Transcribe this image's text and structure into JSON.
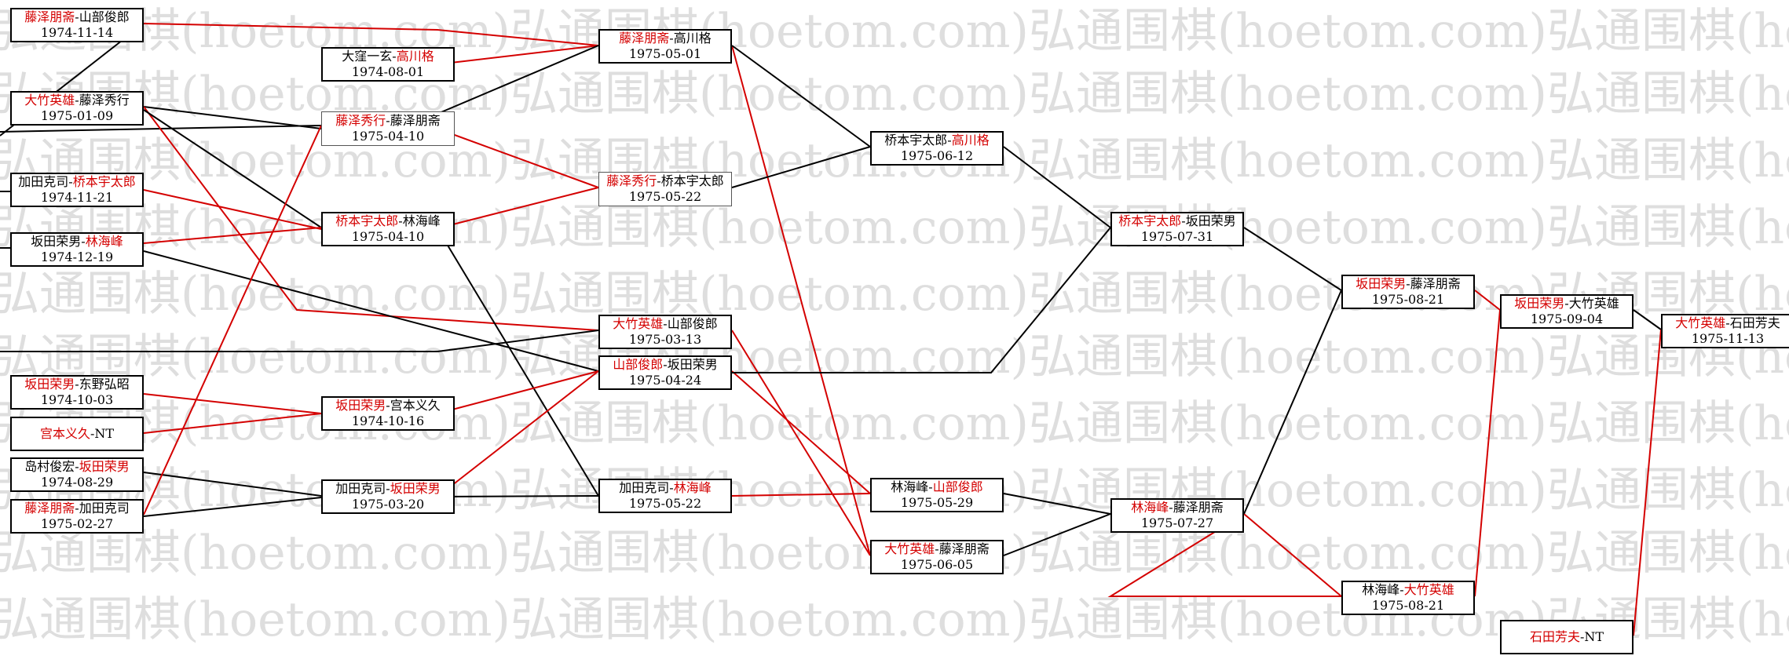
{
  "watermark": "弘通围棋(hoetom.com)",
  "colors": {
    "red": "#d40000",
    "black": "#000000",
    "watermark": "#dedede"
  },
  "games": [
    {
      "id": "g1",
      "p1": "藤泽朋斋",
      "p2": "山部俊郎",
      "winner": 1,
      "date": "1974-11-14"
    },
    {
      "id": "g2",
      "p1": "大竹英雄",
      "p2": "藤泽秀行",
      "winner": 1,
      "date": "1975-01-09"
    },
    {
      "id": "g3",
      "p1": "加田克司",
      "p2": "桥本宇太郎",
      "winner": 2,
      "date": "1974-11-21"
    },
    {
      "id": "g4",
      "p1": "坂田荣男",
      "p2": "林海峰",
      "winner": 2,
      "date": "1974-12-19"
    },
    {
      "id": "g5",
      "p1": "坂田荣男",
      "p2": "东野弘昭",
      "winner": 1,
      "date": "1974-10-03"
    },
    {
      "id": "g6",
      "p1": "宫本义久",
      "p2": "NT",
      "winner": 1,
      "date": ""
    },
    {
      "id": "g7",
      "p1": "岛村俊宏",
      "p2": "坂田荣男",
      "winner": 2,
      "date": "1974-08-29"
    },
    {
      "id": "g8",
      "p1": "藤泽朋斋",
      "p2": "加田克司",
      "winner": 1,
      "date": "1975-02-27"
    },
    {
      "id": "g9",
      "p1": "大窪一玄",
      "p2": "高川格",
      "winner": 2,
      "date": "1974-08-01"
    },
    {
      "id": "g10",
      "p1": "藤泽秀行",
      "p2": "藤泽朋斋",
      "winner": 1,
      "date": "1975-04-10"
    },
    {
      "id": "g11",
      "p1": "桥本宇太郎",
      "p2": "林海峰",
      "winner": 1,
      "date": "1975-04-10"
    },
    {
      "id": "g12",
      "p1": "坂田荣男",
      "p2": "宫本义久",
      "winner": 1,
      "date": "1974-10-16"
    },
    {
      "id": "g13",
      "p1": "加田克司",
      "p2": "坂田荣男",
      "winner": 2,
      "date": "1975-03-20"
    },
    {
      "id": "g14",
      "p1": "藤泽朋斋",
      "p2": "高川格",
      "winner": 1,
      "date": "1975-05-01"
    },
    {
      "id": "g15",
      "p1": "藤泽秀行",
      "p2": "桥本宇太郎",
      "winner": 1,
      "date": "1975-05-22"
    },
    {
      "id": "g16",
      "p1": "大竹英雄",
      "p2": "山部俊郎",
      "winner": 1,
      "date": "1975-03-13"
    },
    {
      "id": "g17",
      "p1": "山部俊郎",
      "p2": "坂田荣男",
      "winner": 1,
      "date": "1975-04-24"
    },
    {
      "id": "g18",
      "p1": "加田克司",
      "p2": "林海峰",
      "winner": 2,
      "date": "1975-05-22"
    },
    {
      "id": "g19",
      "p1": "桥本宇太郎",
      "p2": "高川格",
      "winner": 2,
      "date": "1975-06-12"
    },
    {
      "id": "g20",
      "p1": "林海峰",
      "p2": "山部俊郎",
      "winner": 2,
      "date": "1975-05-29"
    },
    {
      "id": "g21",
      "p1": "大竹英雄",
      "p2": "藤泽朋斋",
      "winner": 1,
      "date": "1975-06-05"
    },
    {
      "id": "g22",
      "p1": "桥本宇太郎",
      "p2": "坂田荣男",
      "winner": 1,
      "date": "1975-07-31"
    },
    {
      "id": "g23",
      "p1": "林海峰",
      "p2": "藤泽朋斋",
      "winner": 1,
      "date": "1975-07-27"
    },
    {
      "id": "g24",
      "p1": "坂田荣男",
      "p2": "藤泽朋斋",
      "winner": 1,
      "date": "1975-08-21"
    },
    {
      "id": "g25",
      "p1": "林海峰",
      "p2": "大竹英雄",
      "winner": 2,
      "date": "1975-08-21"
    },
    {
      "id": "g26",
      "p1": "坂田荣男",
      "p2": "大竹英雄",
      "winner": 1,
      "date": "1975-09-04"
    },
    {
      "id": "g27",
      "p1": "大竹英雄",
      "p2": "石田芳夫",
      "winner": 1,
      "date": "1975-11-13"
    },
    {
      "id": "g28",
      "p1": "石田芳夫",
      "p2": "NT",
      "winner": 1,
      "date": ""
    }
  ]
}
